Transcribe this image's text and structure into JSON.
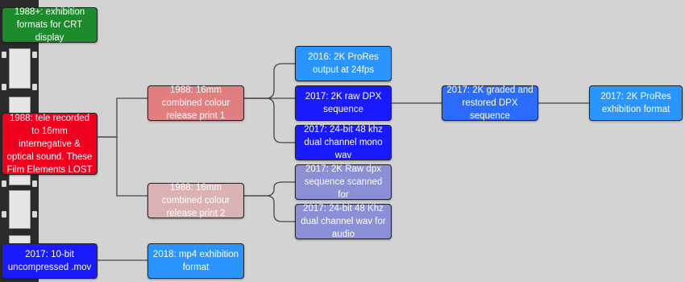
{
  "colors": {
    "green": "#1d8a2c",
    "red": "#f0001e",
    "pink": "#e27d80",
    "lightpink": "#dbb2b4",
    "skyblue": "#2b95ff",
    "blue": "#1a1aff",
    "lavender": "#8b8fd6",
    "edge": "#444444"
  },
  "nodes": {
    "crt_display": "1988+: exhibition formats for CRT display",
    "tele_recorded": "1988: tele recorded to 16mm internegative & optical sound. These Film Elements LOST",
    "uncompressed_mov": "2017: 10-bit uncompressed .mov",
    "release_print_1": "1988: 16mm combined colour release print 1",
    "release_print_2": "1988: 16mm combined colour release print 2",
    "prores_output": "2016: 2K ProRes output at 24fps",
    "raw_dpx": "2017: 2K raw DPX sequence",
    "wav_mono": "2017: 24-bit 48 khz dual channel mono wav",
    "raw_dpx_scanned": "2017: 2K Raw dpx sequence scanned for",
    "wav_audio": "2017: 24-bit 48 Khz dual channel wav for audio",
    "graded_dpx": "2017: 2K graded and restored DPX sequence",
    "prores_exhibition": "2017: 2K ProRes exhibition format",
    "mp4_exhibition": "2018: mp4 exhibition format"
  }
}
